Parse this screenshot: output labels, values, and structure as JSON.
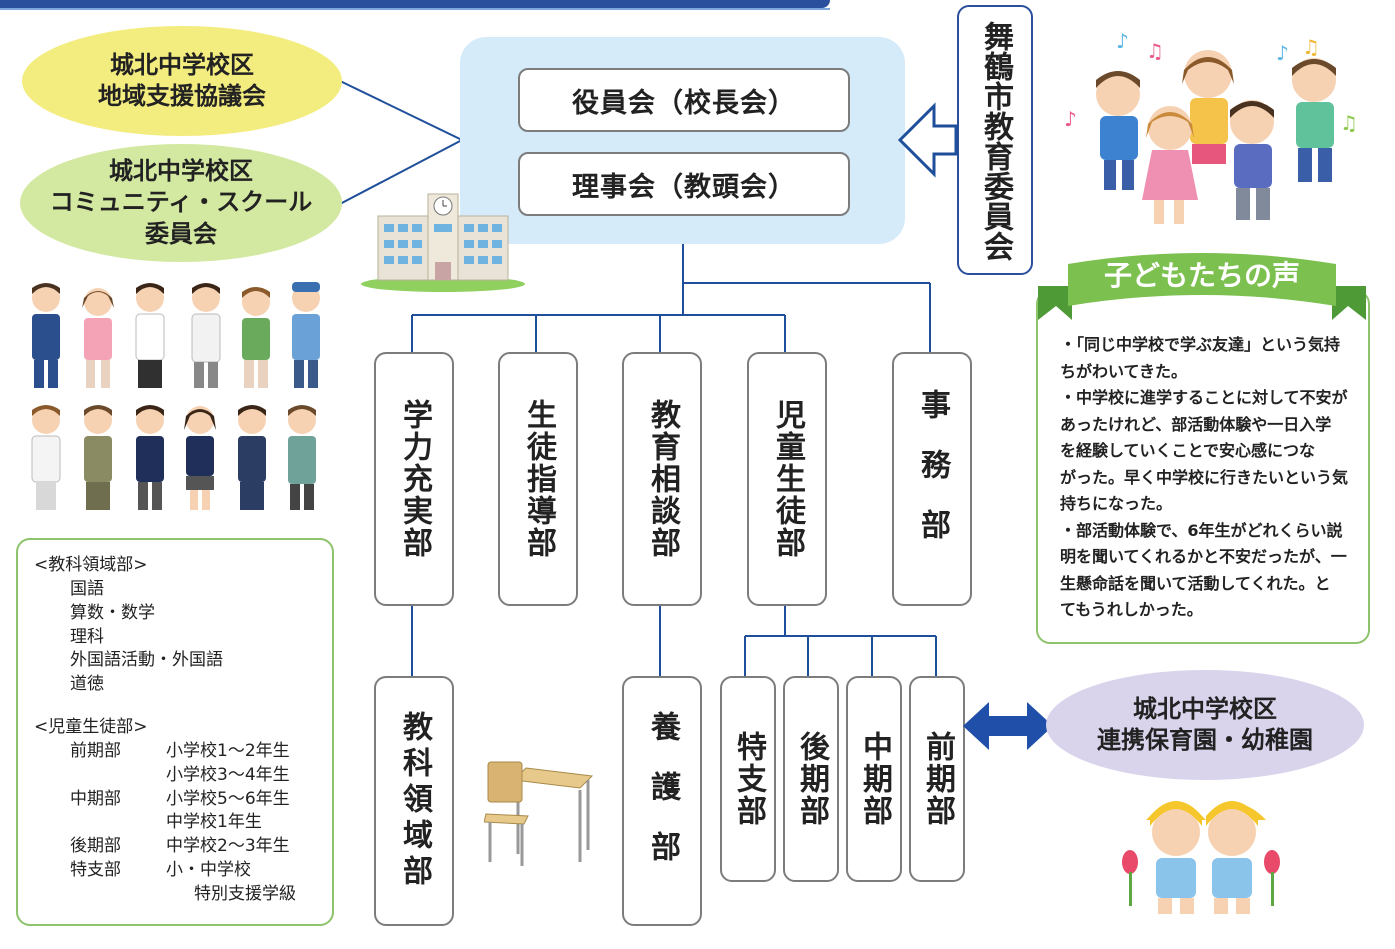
{
  "council": {
    "line1": "城北中学校区",
    "line2": "地域支援協議会"
  },
  "community_school": {
    "line1": "城北中学校区",
    "line2": "コミュニティ・スクール",
    "line3": "委員会"
  },
  "board_of_education": "舞鶴市教育委員会",
  "executive": "役員会（校長会）",
  "directors": "理事会（教頭会）",
  "departments": {
    "gakuryoku": "学力充実部",
    "seito": "生徒指導部",
    "kyoiku": "教育相談部",
    "jido": "児童生徒部",
    "jimu": "事務部"
  },
  "sub_departments": {
    "kyoka": "教科領域部",
    "yogo": "養護部",
    "tokushi": "特支部",
    "koki": "後期部",
    "chuki": "中期部",
    "zenki": "前期部"
  },
  "kindergarten": {
    "line1": "城北中学校区",
    "line2": "連携保育園・幼稚園"
  },
  "voices": {
    "title": "子どもたちの声",
    "lines": [
      "・「同じ中学校で学ぶ友達」という気持",
      "ちがわいてきた。",
      "・中学校に進学することに対して不安が",
      "あったけれど、部活動体験や一日入学",
      "を経験していくことで安心感につな",
      "がった。早く中学校に行きたいという気",
      "持ちになった。",
      "・部活動体験で、6年生がどれくらい説",
      "明を聞いてくれるかと不安だったが、一",
      "生懸命話を聞いて活動してくれた。と",
      "てもうれしかった。"
    ]
  },
  "legend": {
    "subjects_title": "<教科領域部>",
    "subjects": [
      "国語",
      "算数・数学",
      "理科",
      "外国語活動・外国語",
      "道徳"
    ],
    "students_title": "<児童生徒部>",
    "students": [
      {
        "dept": "前期部",
        "desc": "小学校1～2年生"
      },
      {
        "dept": "",
        "desc": "小学校3～4年生"
      },
      {
        "dept": "中期部",
        "desc": "小学校5～6年生"
      },
      {
        "dept": "",
        "desc": "中学校1年生"
      },
      {
        "dept": "後期部",
        "desc": "中学校2～3年生"
      },
      {
        "dept": "特支部",
        "desc": "小・中学校"
      },
      {
        "dept": "",
        "desc": "特別支援学級"
      }
    ]
  },
  "colors": {
    "line": "#1f4f9a",
    "panel": "#d6ebf9",
    "yellow": "#f3ec7f",
    "green": "#d3e8a0",
    "purple": "#d9d3ec",
    "ribbon": "#7cc04f"
  },
  "icons": [
    "school-building-icon",
    "children-dancing-illustration",
    "staff-people-illustration",
    "school-desk-icon",
    "kindergarten-children-illustration"
  ]
}
